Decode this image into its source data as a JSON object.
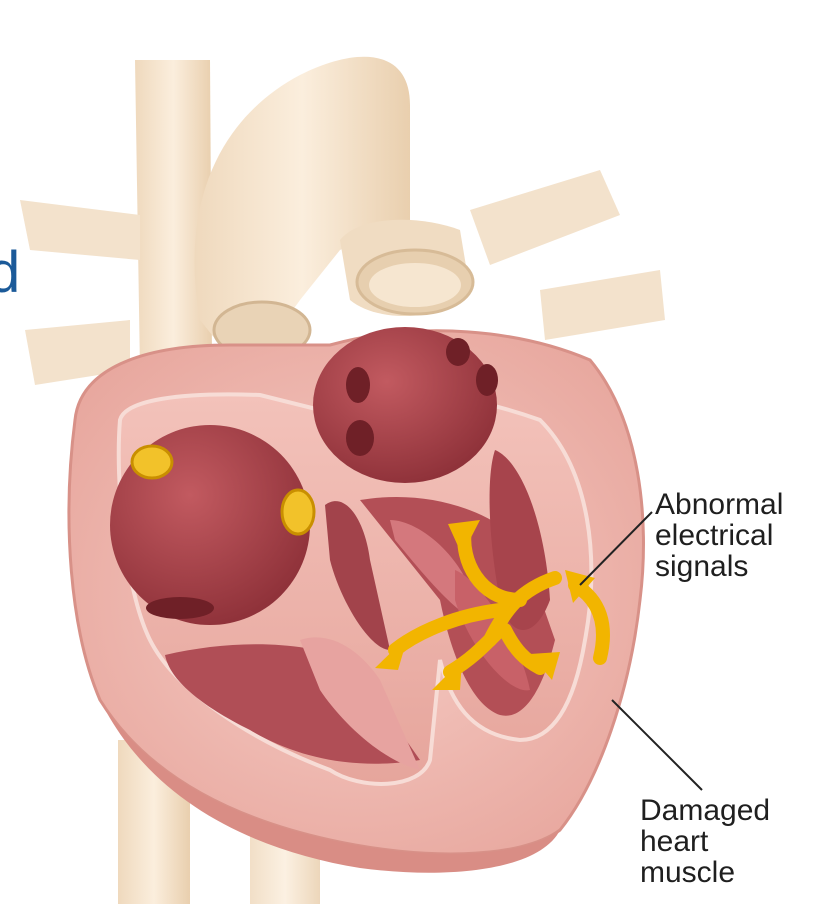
{
  "labels": {
    "abnormal_signals": "Abnormal\nelectrical\nsignals",
    "damaged_muscle": "Damaged\nheart\nmuscle"
  },
  "edge_text": "d",
  "colors": {
    "edge_text": "#1b5a99",
    "signal_arrow": "#f2b500",
    "muscle": "#eeb1a9",
    "chamber": "#a8434a",
    "vessel": "#f1dcc0",
    "pointer_line": "#222222"
  },
  "icons": [
    "signal-arrow-icon"
  ]
}
